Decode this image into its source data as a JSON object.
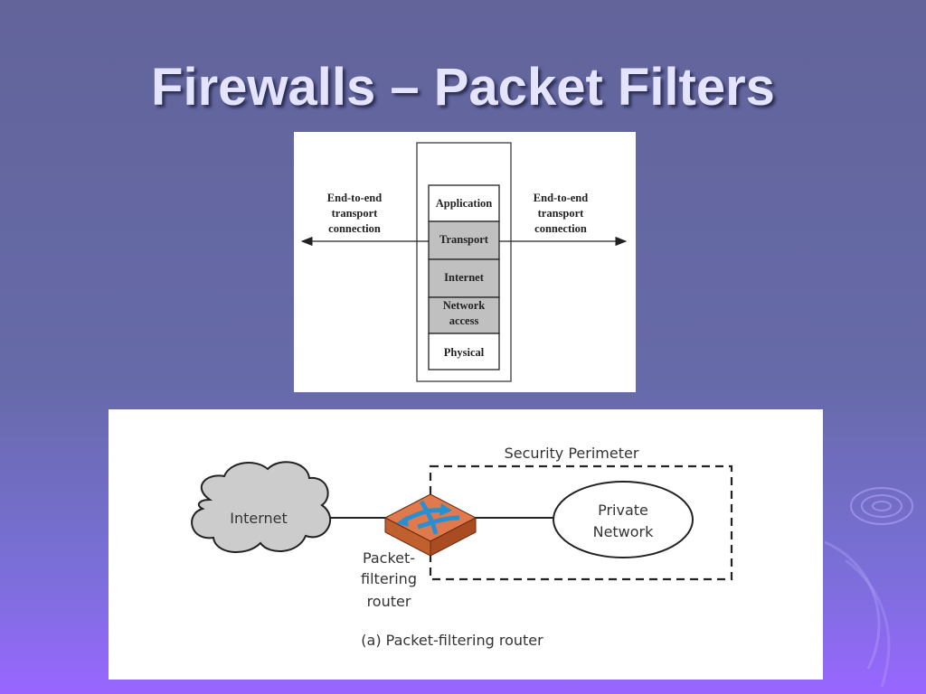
{
  "slide": {
    "title": "Firewalls – Packet Filters"
  },
  "stack_diagram": {
    "layers": [
      {
        "label": "Application",
        "shaded": false
      },
      {
        "label": "Transport",
        "shaded": true
      },
      {
        "label": "Internet",
        "shaded": true
      },
      {
        "label": "Network access",
        "shaded": true
      },
      {
        "label": "Physical",
        "shaded": false
      }
    ],
    "network_access_line1": "Network",
    "network_access_line2": "access",
    "left_label": [
      "End-to-end",
      "transport",
      "connection"
    ],
    "right_label": [
      "End-to-end",
      "transport",
      "connection"
    ]
  },
  "router_diagram": {
    "internet_label": "Internet",
    "perimeter_label": "Security Perimeter",
    "private_network_label": [
      "Private",
      "Network"
    ],
    "router_label": [
      "Packet-",
      "filtering",
      "router"
    ],
    "caption": "(a) Packet-filtering router"
  },
  "colors": {
    "background": "#666aa8",
    "title": "#e4e4ff",
    "shaded_layer": "#c0c0c0",
    "router_top": "#e07a4c",
    "router_side": "#b8552e",
    "router_arrows": "#2a8fd0",
    "cloud": "#cccccc"
  },
  "icons": {
    "router": "router-icon",
    "cloud": "cloud-icon",
    "decor": "ripple-decoration"
  }
}
